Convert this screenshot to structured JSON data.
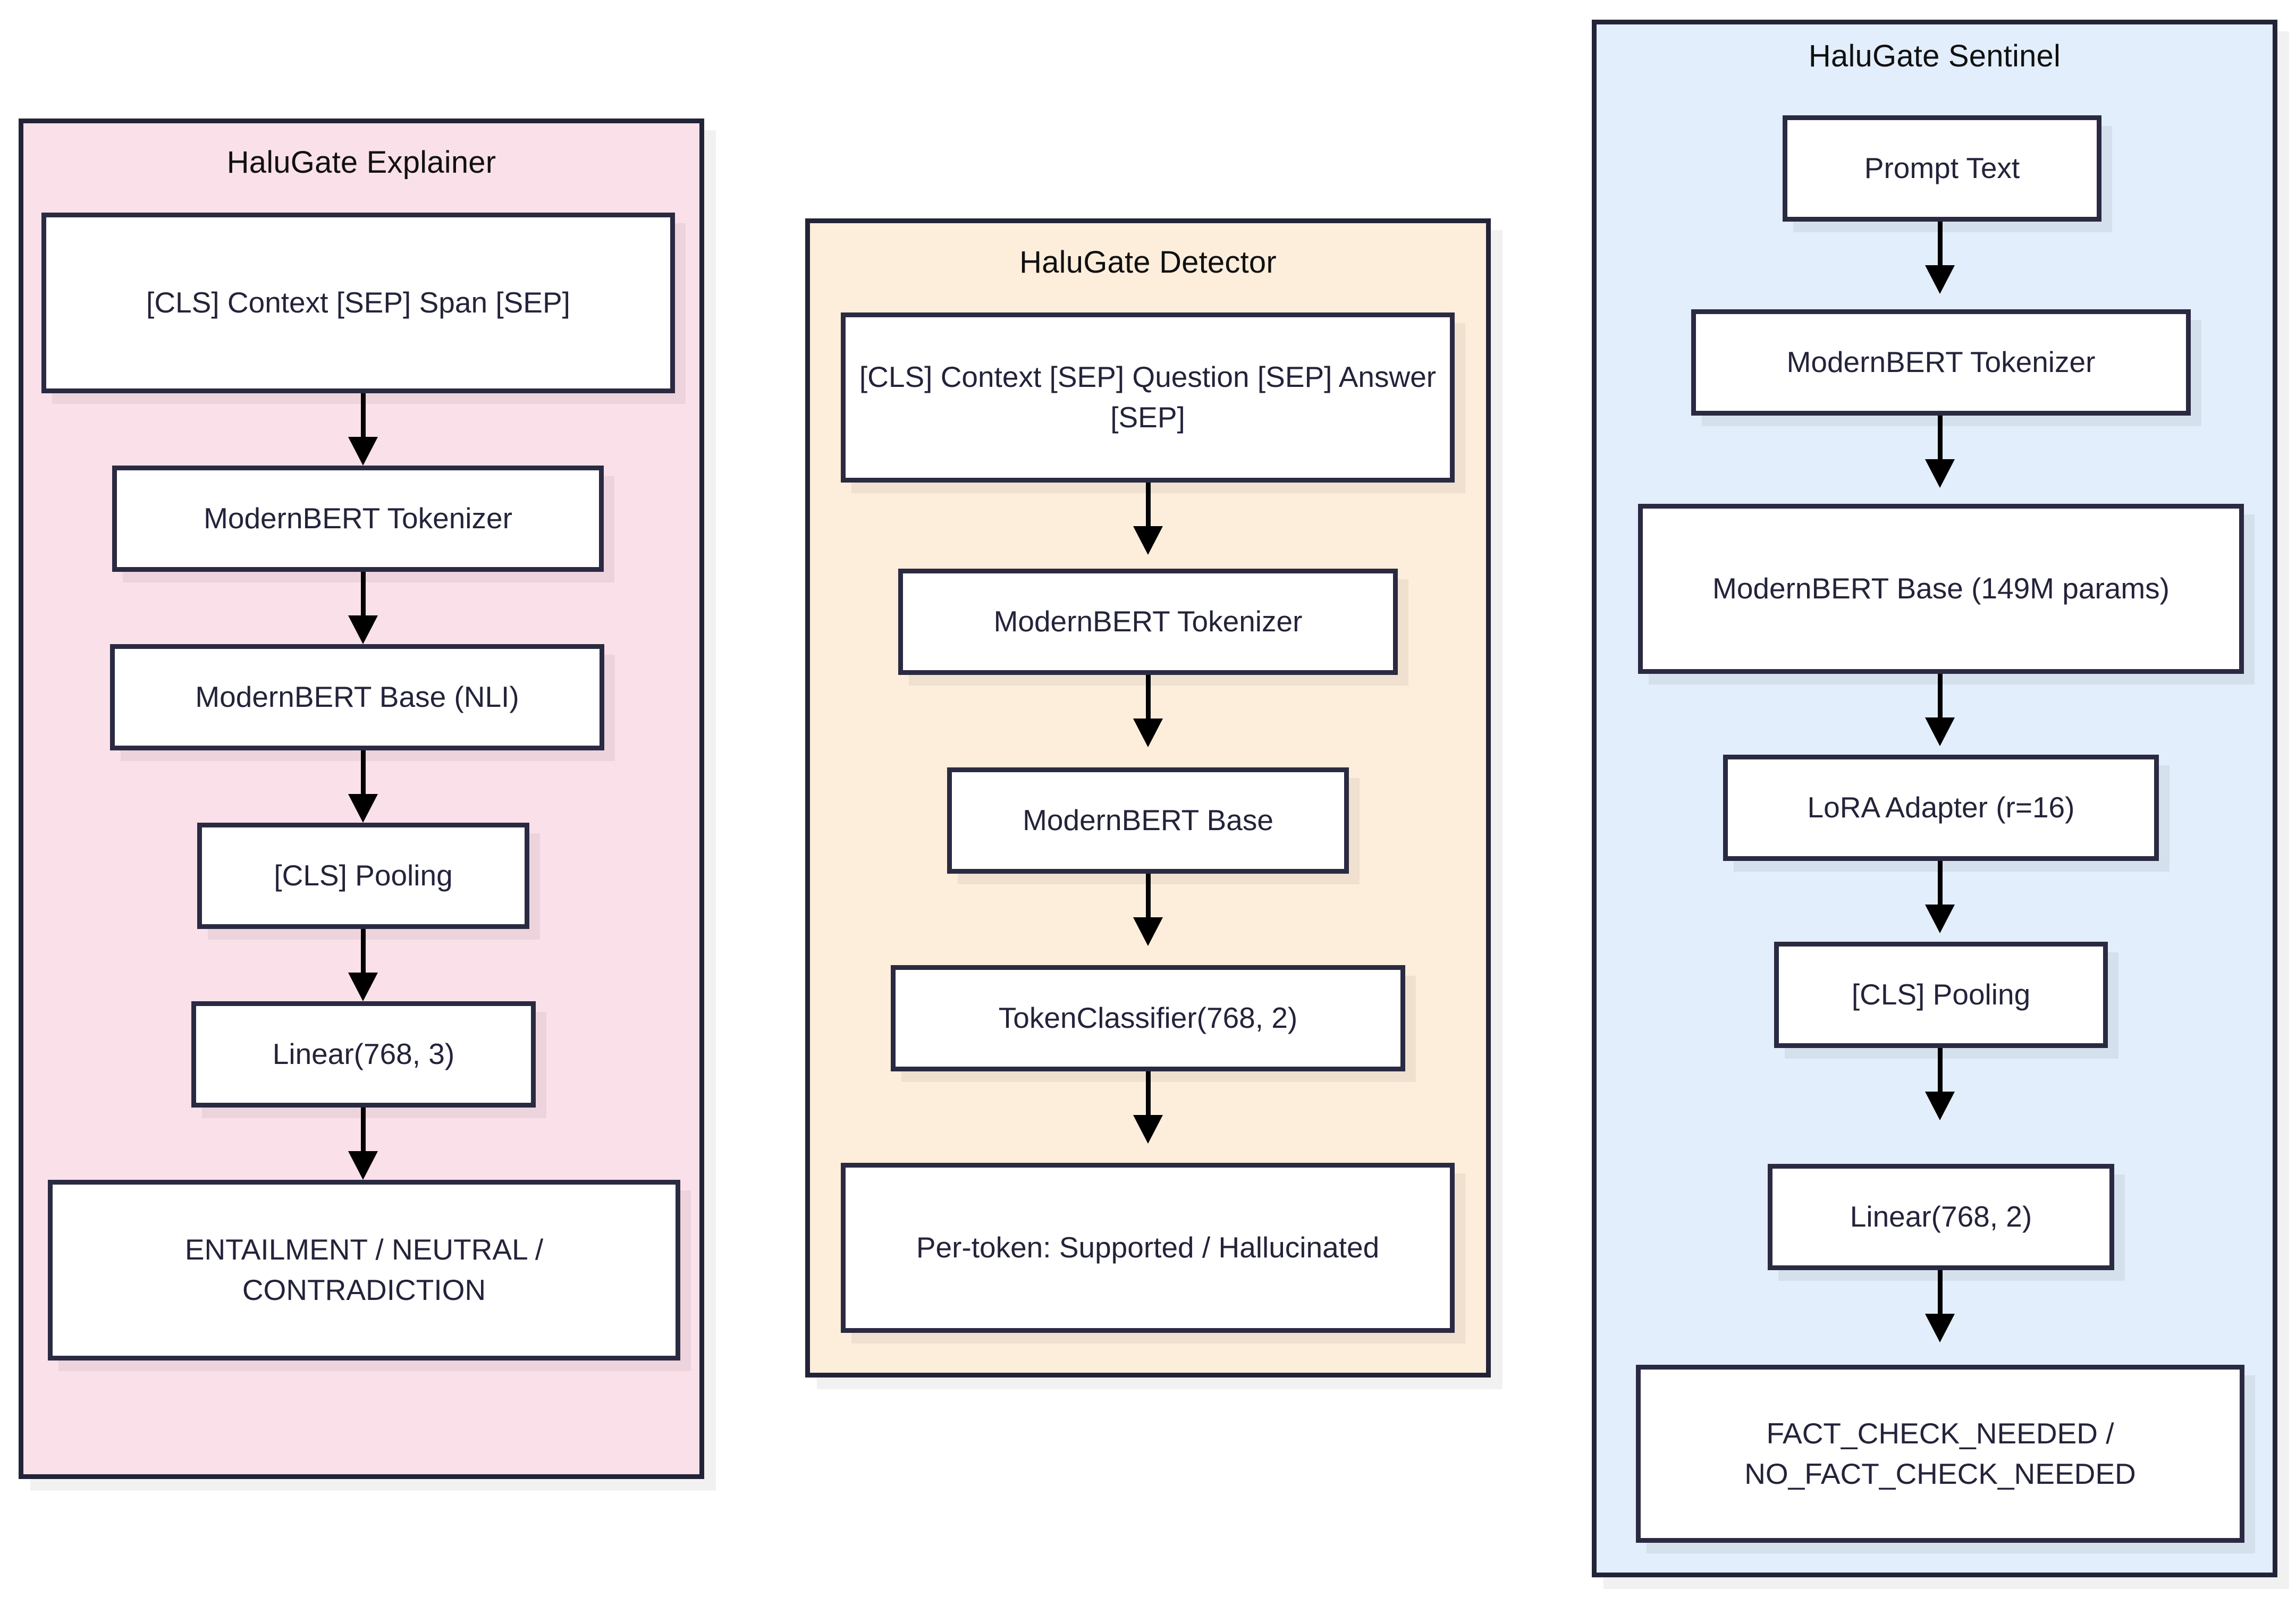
{
  "diagram": {
    "title": "HaluGate model architectures",
    "type": "flowchart",
    "colors": {
      "explainer_fill": "#fae0e9",
      "detector_fill": "#fdeedb",
      "sentinel_fill": "#e2eefb",
      "node_fill": "#ffffff",
      "node_border": "#2a2a42",
      "panel_border": "#232338",
      "arrow": "#000000",
      "text": "#23233a"
    }
  },
  "panels": [
    {
      "id": "explainer",
      "title": "HaluGate Explainer",
      "nodes": [
        {
          "id": "exp-input",
          "label": "[CLS] Context [SEP] Span [SEP]"
        },
        {
          "id": "exp-tokenizer",
          "label": "ModernBERT Tokenizer"
        },
        {
          "id": "exp-base",
          "label": "ModernBERT Base (NLI)"
        },
        {
          "id": "exp-pooling",
          "label": "[CLS] Pooling"
        },
        {
          "id": "exp-linear",
          "label": "Linear(768, 3)"
        },
        {
          "id": "exp-output",
          "label": "ENTAILMENT / NEUTRAL / CONTRADICTION"
        }
      ],
      "edges": [
        {
          "from": "exp-input",
          "to": "exp-tokenizer"
        },
        {
          "from": "exp-tokenizer",
          "to": "exp-base"
        },
        {
          "from": "exp-base",
          "to": "exp-pooling"
        },
        {
          "from": "exp-pooling",
          "to": "exp-linear"
        },
        {
          "from": "exp-linear",
          "to": "exp-output"
        }
      ]
    },
    {
      "id": "detector",
      "title": "HaluGate Detector",
      "nodes": [
        {
          "id": "det-input",
          "label": "[CLS] Context [SEP] Question [SEP] Answer [SEP]"
        },
        {
          "id": "det-tokenizer",
          "label": "ModernBERT Tokenizer"
        },
        {
          "id": "det-base",
          "label": "ModernBERT Base"
        },
        {
          "id": "det-classifier",
          "label": "TokenClassifier(768, 2)"
        },
        {
          "id": "det-output",
          "label": "Per-token: Supported / Hallucinated"
        }
      ],
      "edges": [
        {
          "from": "det-input",
          "to": "det-tokenizer"
        },
        {
          "from": "det-tokenizer",
          "to": "det-base"
        },
        {
          "from": "det-base",
          "to": "det-classifier"
        },
        {
          "from": "det-classifier",
          "to": "det-output"
        }
      ]
    },
    {
      "id": "sentinel",
      "title": "HaluGate Sentinel",
      "nodes": [
        {
          "id": "sen-prompt",
          "label": "Prompt Text"
        },
        {
          "id": "sen-tokenizer",
          "label": "ModernBERT Tokenizer"
        },
        {
          "id": "sen-base",
          "label": "ModernBERT Base (149M params)"
        },
        {
          "id": "sen-lora",
          "label": "LoRA Adapter (r=16)"
        },
        {
          "id": "sen-pooling",
          "label": "[CLS] Pooling"
        },
        {
          "id": "sen-linear",
          "label": "Linear(768, 2)"
        },
        {
          "id": "sen-output",
          "label": "FACT_CHECK_NEEDED / NO_FACT_CHECK_NEEDED"
        }
      ],
      "edges": [
        {
          "from": "sen-prompt",
          "to": "sen-tokenizer"
        },
        {
          "from": "sen-tokenizer",
          "to": "sen-base"
        },
        {
          "from": "sen-base",
          "to": "sen-lora"
        },
        {
          "from": "sen-lora",
          "to": "sen-pooling"
        },
        {
          "from": "sen-pooling",
          "to": "sen-linear"
        },
        {
          "from": "sen-linear",
          "to": "sen-output"
        }
      ]
    }
  ]
}
